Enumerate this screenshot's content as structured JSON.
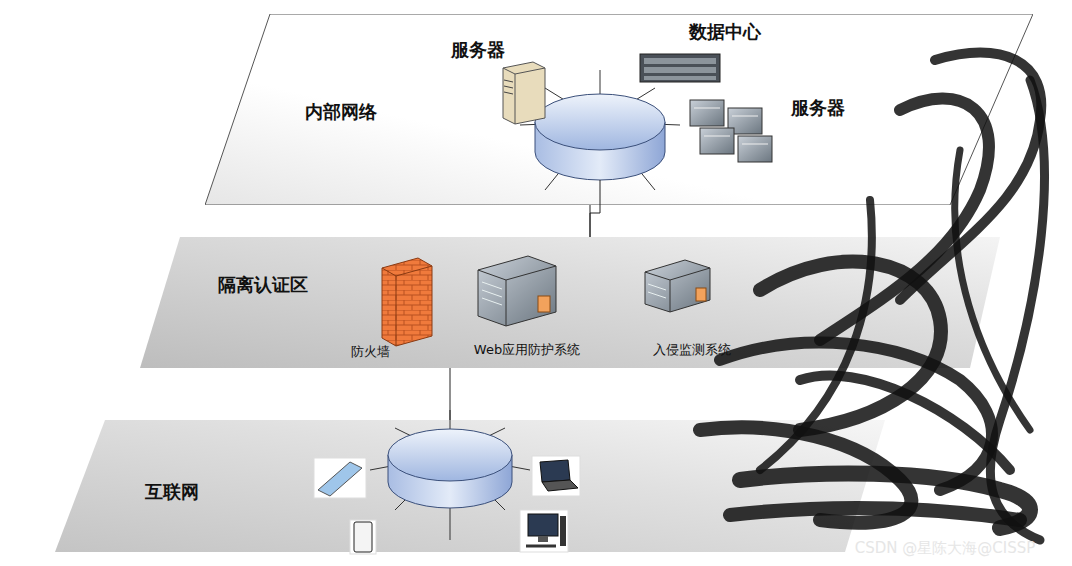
{
  "diagram": {
    "nodes": [
      {
        "text": [
          "内部网络"
        ]
      },
      {
        "text": [
          "隔离认证区"
        ]
      },
      {
        "text": [
          "互联网"
        ]
      }
    ],
    "edges": [
      {
        "from": 0,
        "to": 1,
        "arrow": "none"
      },
      {
        "from": 1,
        "to": 2,
        "arrow": "none"
      }
    ],
    "labels": [
      "服务器",
      "数据中心",
      "服务器",
      "防火墙",
      "Web应用防护系统",
      "入侵监测系统",
      "CSDN @星陈大海@CISSP"
    ]
  }
}
